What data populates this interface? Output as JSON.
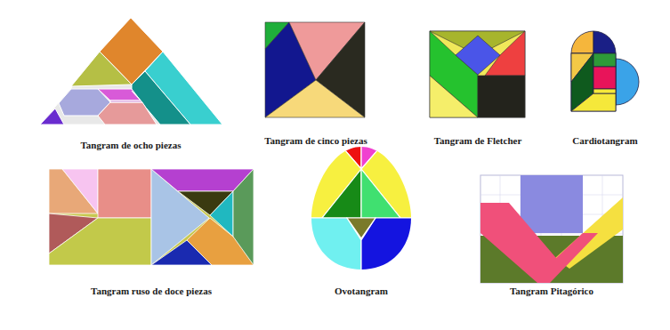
{
  "diagram": {
    "labels": [
      "Tangram de ocho piezas",
      "Tangram de cinco piezas",
      "Tangram de Fletcher",
      "Cardiotangram",
      "Tangram ruso de doce piezas",
      "Ovotangram",
      "Tangram Pitagórico"
    ]
  }
}
